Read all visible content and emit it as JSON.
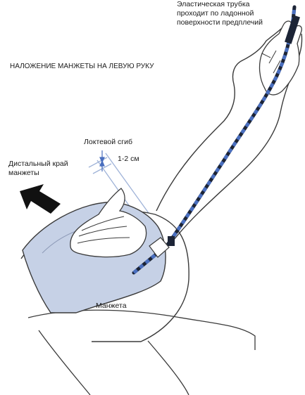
{
  "labels": {
    "tube_line1": "Эластическая трубка",
    "tube_line2": "проходит по ладонной",
    "tube_line3": "поверхности предплечий",
    "title": "НАЛОЖЕНИЕ МАНЖЕТЫ НА ЛЕВУЮ РУКУ",
    "elbow_fold": "Локтевой сгиб",
    "distance": "1-2 см",
    "distal_edge_line1": "Дистальный край",
    "distal_edge_line2": "манжеты",
    "cuff": "Манжета"
  },
  "colors": {
    "cuff_fill": "#c6d1e6",
    "tube_dash": "#4a6fbf",
    "tube_dark": "#1c2436",
    "outline": "#3a3a3a",
    "guide_line": "#9fb3d8",
    "arrow": "#111111"
  }
}
